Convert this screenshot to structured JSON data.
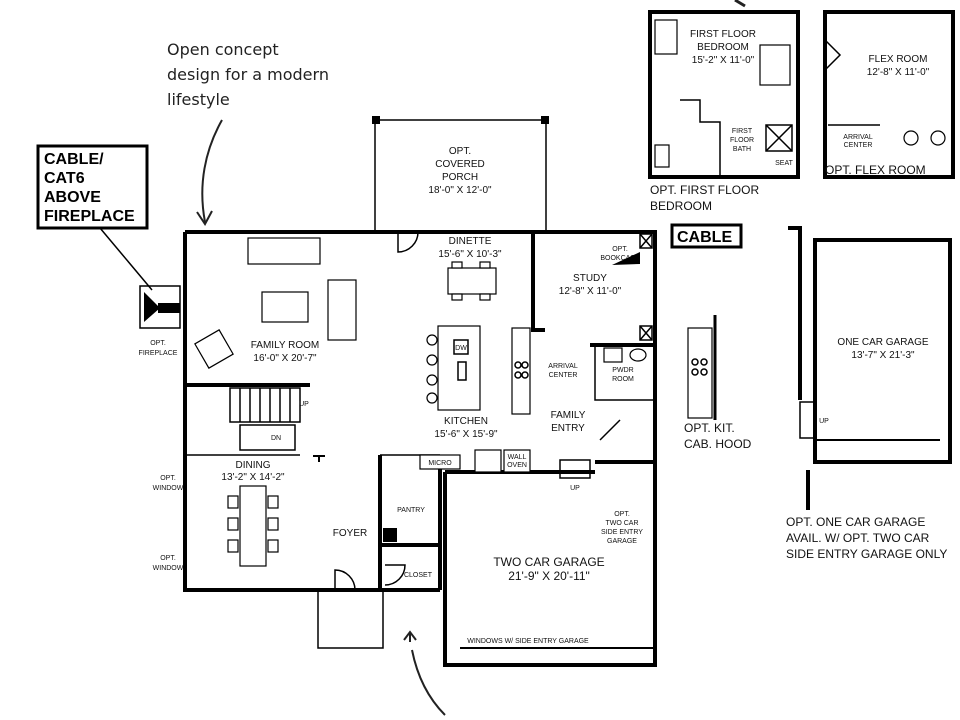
{
  "annotations": {
    "open_concept": [
      "Open concept",
      "design for a modern",
      "lifestyle"
    ],
    "cable_cat6": [
      "CABLE/",
      "CAT6",
      "ABOVE",
      "FIREPLACE"
    ],
    "cable": "CABLE"
  },
  "rooms": {
    "covered_porch": [
      "OPT.",
      "COVERED",
      "PORCH",
      "18'-0\" X 12'-0\""
    ],
    "dinette": [
      "DINETTE",
      "15'-6\" X 10'-3\""
    ],
    "study": [
      "STUDY",
      "12'-8\" X 11'-0\""
    ],
    "family_room": [
      "FAMILY ROOM",
      "16'-0\" X 20'-7\""
    ],
    "kitchen": [
      "KITCHEN",
      "15'-6\" X 15'-9\""
    ],
    "dining": [
      "DINING",
      "13'-2\" X 14'-2\""
    ],
    "foyer": "FOYER",
    "two_car_garage": [
      "TWO CAR GARAGE",
      "21'-9\" X 20'-11\""
    ],
    "pantry": "PANTRY",
    "closet": "CLOSET",
    "pwdr_room": [
      "PWDR",
      "ROOM"
    ],
    "family_entry": [
      "FAMILY",
      "ENTRY"
    ],
    "arrival_center": [
      "ARRIVAL",
      "CENTER"
    ],
    "opt_fireplace": [
      "OPT.",
      "FIREPLACE"
    ],
    "opt_window_1": [
      "OPT.",
      "WINDOW"
    ],
    "opt_window_2": [
      "OPT.",
      "WINDOW"
    ],
    "opt_side_entry": [
      "OPT.",
      "TWO CAR",
      "SIDE ENTRY",
      "GARAGE"
    ],
    "windows_side_entry": "WINDOWS W/ SIDE ENTRY GARAGE",
    "opt_bookcase": [
      "OPT.",
      "BOOKCASE"
    ],
    "micro": "MICRO",
    "wall_oven": [
      "WALL",
      "OVEN"
    ],
    "dw": "DW",
    "up": "UP",
    "dn": "DN"
  },
  "insets": {
    "first_floor_bedroom": {
      "room": [
        "FIRST FLOOR",
        "BEDROOM",
        "15'-2\" X 11'-0\""
      ],
      "bath": [
        "FIRST",
        "FLOOR",
        "BATH"
      ],
      "seat": "SEAT",
      "caption": [
        "OPT. FIRST FLOOR",
        "BEDROOM"
      ]
    },
    "flex_room": {
      "room": [
        "FLEX ROOM",
        "12'-8\" X 11'-0\""
      ],
      "arrival": [
        "ARRIVAL",
        "CENTER"
      ],
      "caption": "OPT. FLEX ROOM"
    },
    "kit_hood": {
      "caption": [
        "OPT. KIT.",
        "CAB. HOOD"
      ]
    },
    "one_car_garage": {
      "room": [
        "ONE CAR GARAGE",
        "13'-7\" X 21'-3\""
      ],
      "up": "UP",
      "caption": [
        "OPT. ONE CAR GARAGE",
        "AVAIL. W/ OPT. TWO CAR",
        "SIDE ENTRY GARAGE ONLY"
      ]
    }
  }
}
